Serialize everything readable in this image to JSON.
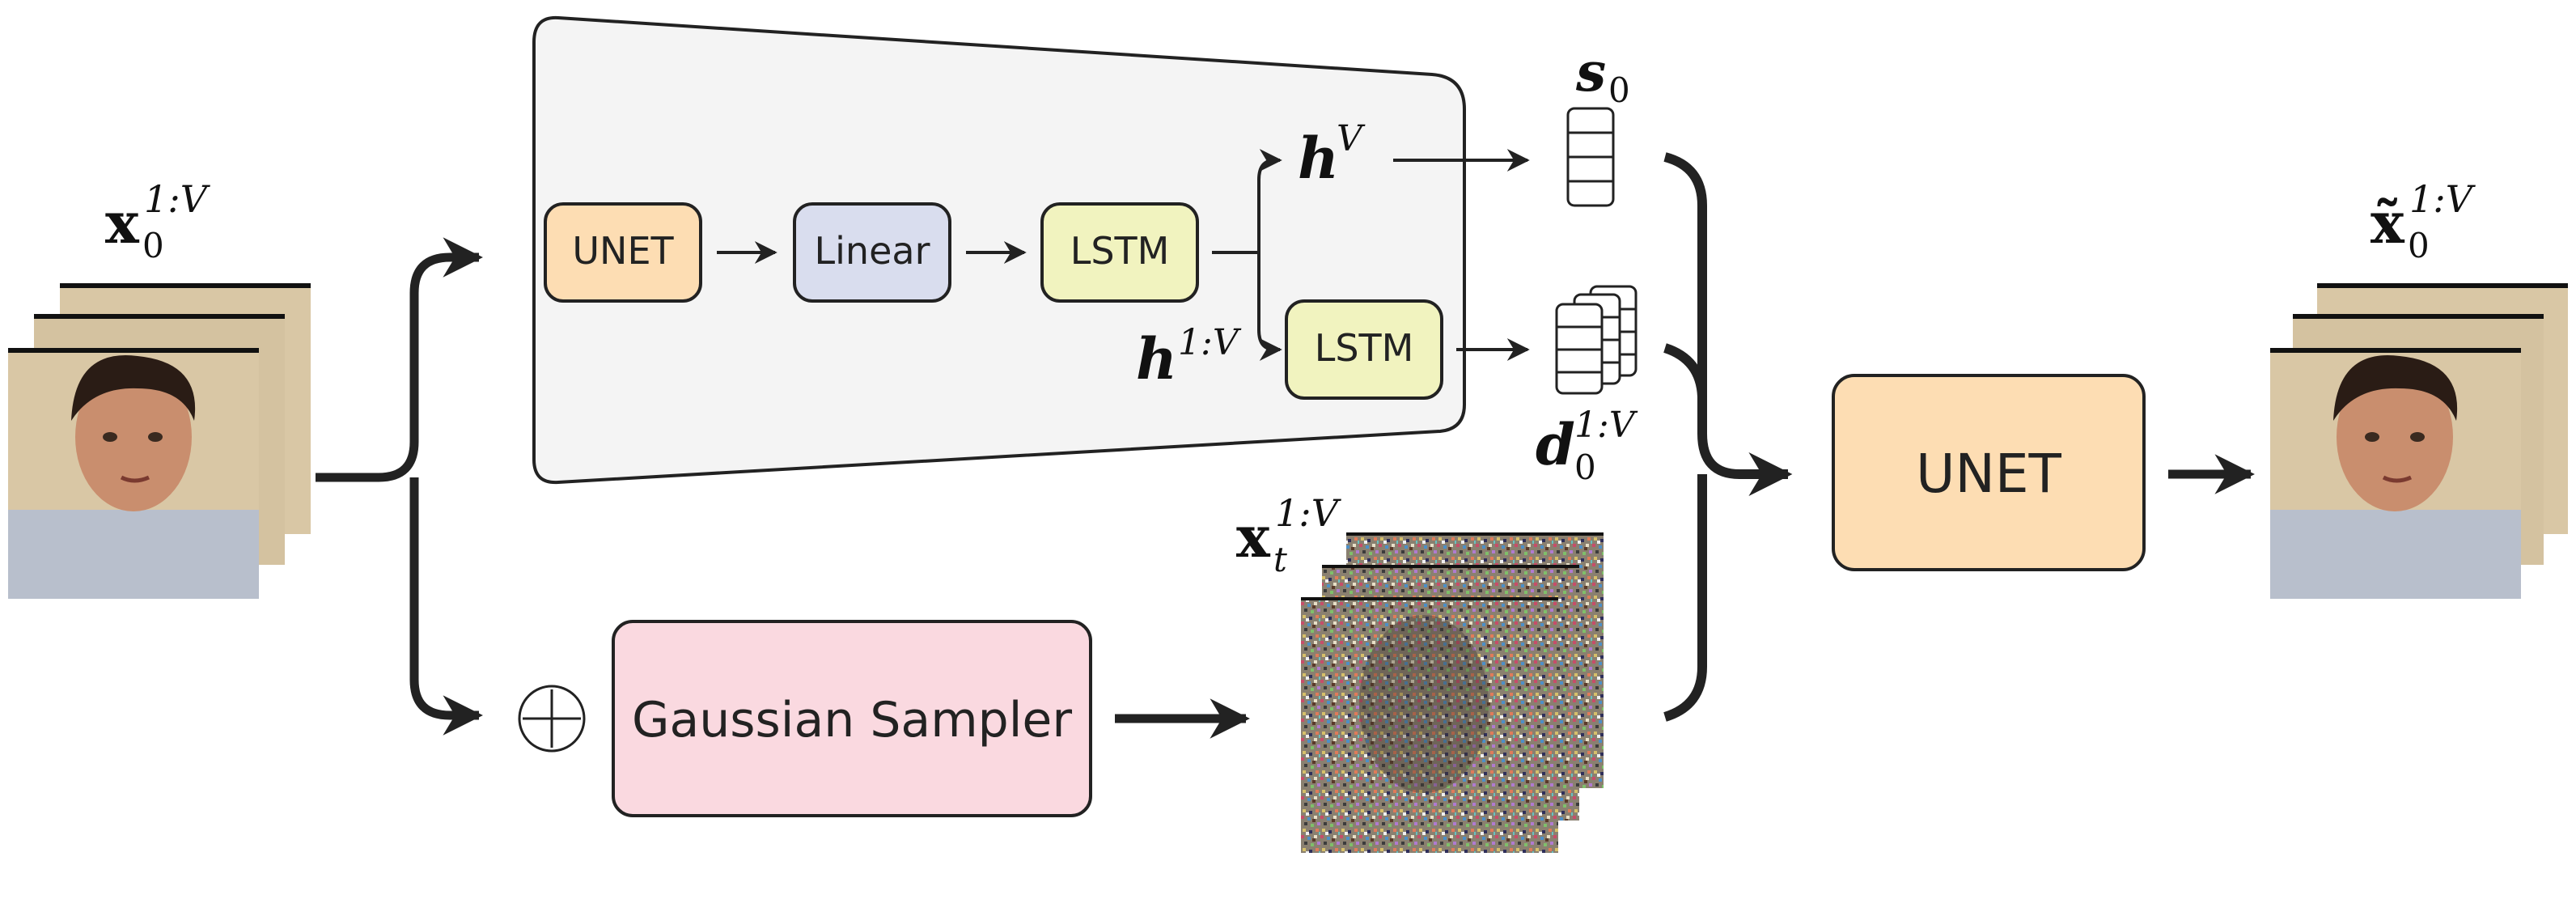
{
  "encoder": {
    "unet_label": "UNET",
    "linear_label": "Linear",
    "lstm1_label": "LSTM",
    "lstm2_label": "LSTM",
    "h_V": {
      "base": "h",
      "sup": "V"
    },
    "h_1V": {
      "base": "h",
      "sup": "1:V"
    }
  },
  "outputs": {
    "s0": {
      "base": "s",
      "sub": "0"
    },
    "d0": {
      "base": "d",
      "sup": "1:V",
      "sub": "0"
    }
  },
  "input": {
    "base": "x",
    "sup": "1:V",
    "sub": "0"
  },
  "noisy": {
    "base": "x",
    "sup": "1:V",
    "sub": "t"
  },
  "output": {
    "base": "x̃",
    "sup": "1:V",
    "sub": "0"
  },
  "sampler": {
    "label": "Gaussian Sampler",
    "plus_symbol": "+"
  },
  "decoder": {
    "label": "UNET"
  },
  "colors": {
    "unet": "#FDDDB3",
    "linear": "#D9DDEE",
    "lstm": "#F1F3BF",
    "sampler": "#FAD9E0",
    "encoder_panel": "#F4F4F4",
    "stroke": "#222222",
    "skin": "#C98E6E",
    "hair": "#2A1C15",
    "shirt": "#B8BFCC",
    "bg_photo": "#D9C7A5"
  },
  "icons": [
    "face-photo",
    "noise-image",
    "vector-icon",
    "matrix-stack-icon",
    "plus-icon"
  ]
}
